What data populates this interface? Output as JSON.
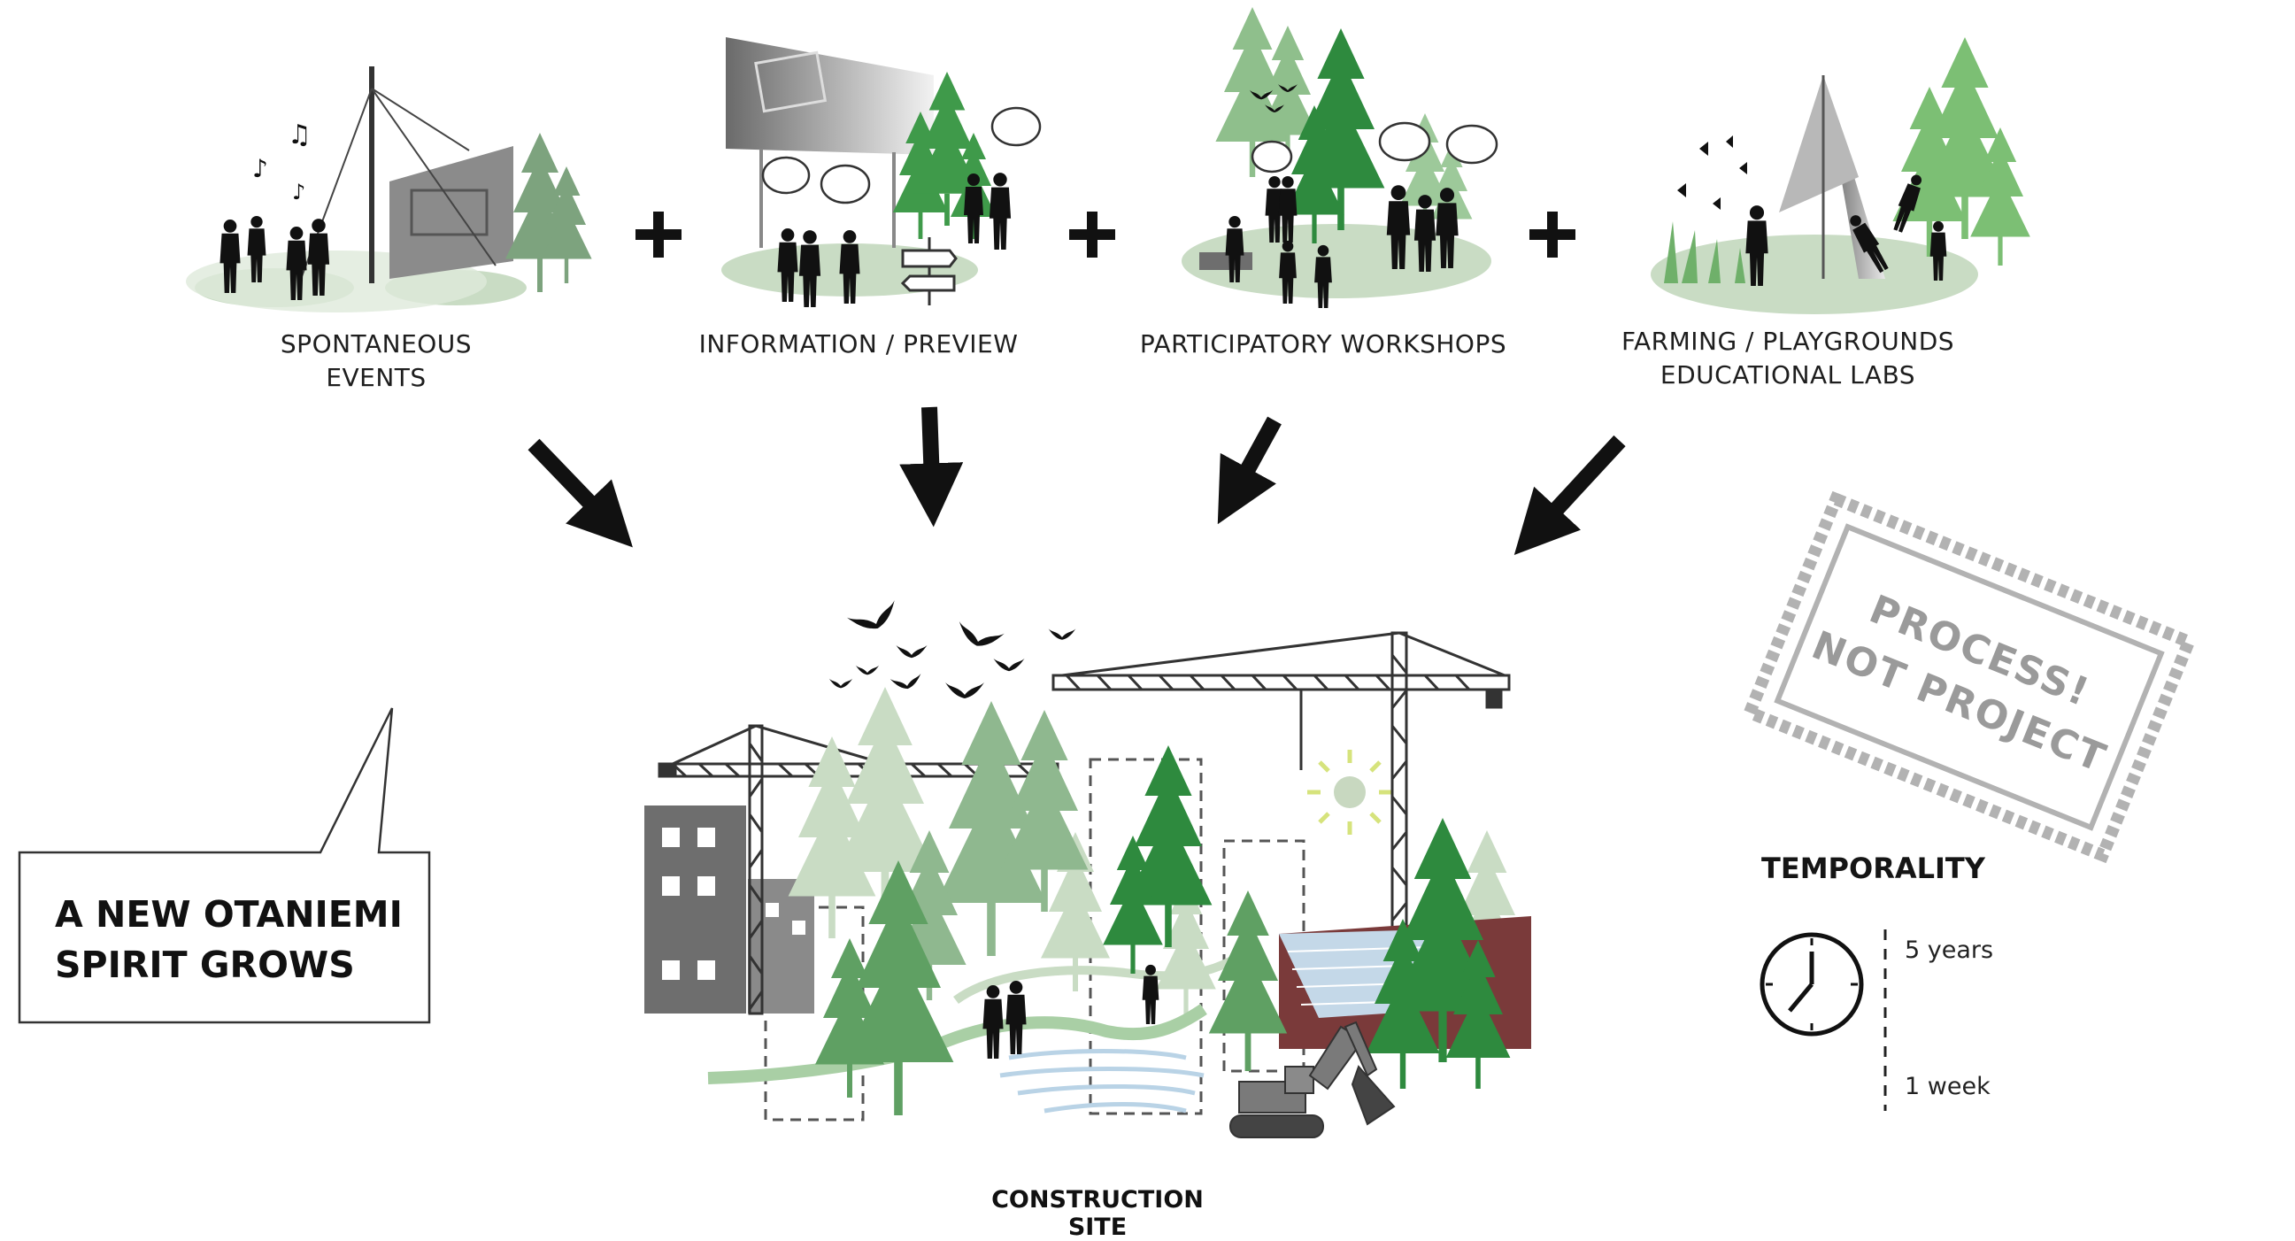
{
  "activities": [
    {
      "id": "spontaneous",
      "line1": "SPONTANEOUS",
      "line2": "EVENTS"
    },
    {
      "id": "information",
      "line1": "INFORMATION / PREVIEW",
      "line2": ""
    },
    {
      "id": "workshops",
      "line1": "PARTICIPATORY WORKSHOPS",
      "line2": ""
    },
    {
      "id": "farming",
      "line1": "FARMING / PLAYGROUNDS",
      "line2": "EDUCATIONAL LABS"
    }
  ],
  "plus_symbol": "+",
  "speech_bubble": {
    "line1": "A NEW OTANIEMI",
    "line2": "SPIRIT GROWS"
  },
  "stamp": {
    "line1": "PROCESS!",
    "line2": "NOT PROJECT"
  },
  "temporality": {
    "title": "TEMPORALITY",
    "top_label": "5 years",
    "bottom_label": "1 week"
  },
  "construction_caption": "CONSTRUCTION SITE",
  "colors": {
    "green_light": "#c9dcc4",
    "green_mid": "#5fa063",
    "green_dark": "#2e8a3e",
    "gray_dark": "#6e6e6e",
    "brick": "#7a3a3a",
    "water": "#b9d3e6",
    "sun": "#d6e37c"
  },
  "icons": [
    "music-note-icon",
    "clock-icon",
    "crane-icon",
    "excavator-icon",
    "bird-icon",
    "sun-icon",
    "speech-bubble-icon",
    "signpost-icon"
  ]
}
